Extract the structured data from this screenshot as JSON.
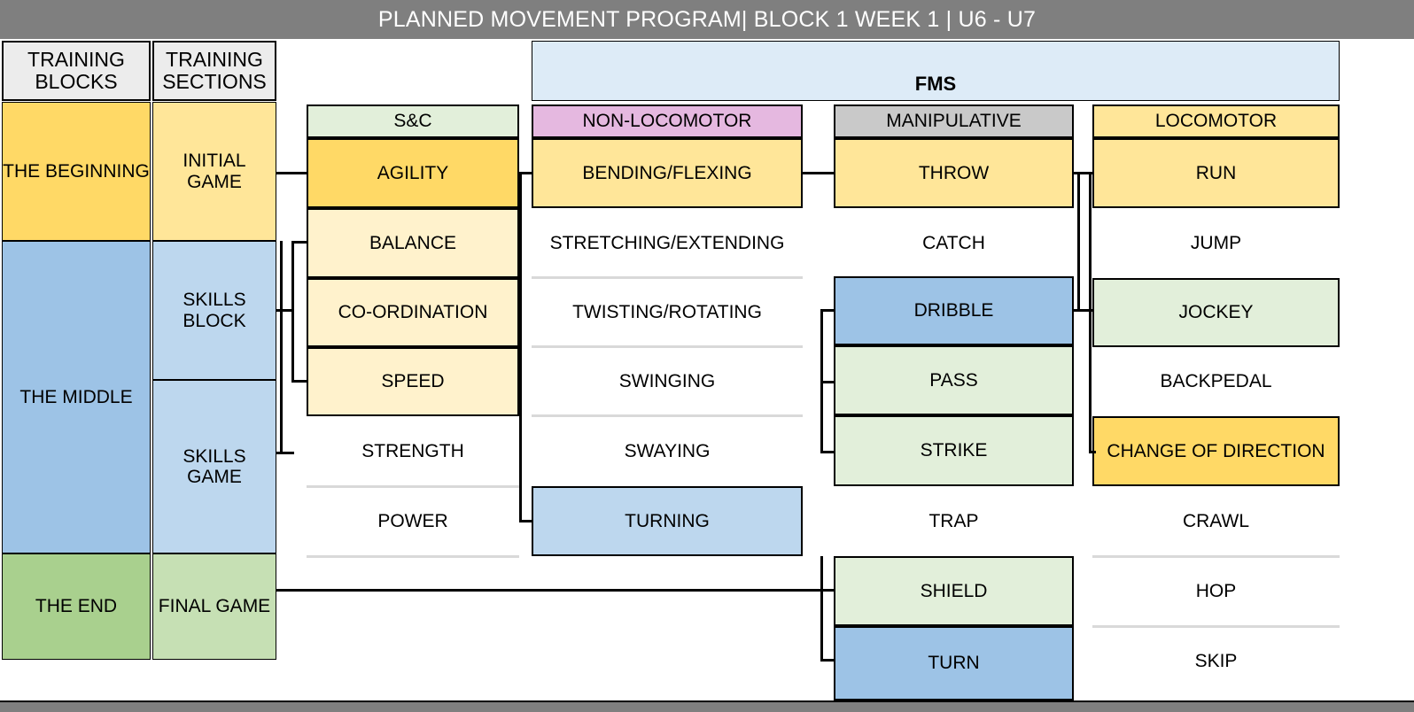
{
  "header": {
    "title": "PLANNED MOVEMENT PROGRAM| BLOCK 1 WEEK 1 | U6 - U7",
    "bg": "#7f7f7f",
    "fg": "#ffffff"
  },
  "columns": {
    "training_blocks_header_line1": "TRAINING",
    "training_blocks_header_line2": "BLOCKS",
    "training_sections_header_line1": "TRAINING",
    "training_sections_header_line2": "SECTIONS",
    "fms_header": "FMS"
  },
  "training_blocks": [
    {
      "label": "THE BEGINNING",
      "color": "#ffd966"
    },
    {
      "label": "THE MIDDLE",
      "color": "#9dc3e6"
    },
    {
      "label": "THE END",
      "color": "#a9d08e"
    }
  ],
  "training_sections": [
    {
      "label": "INITIAL GAME",
      "color": "#ffe699"
    },
    {
      "label": "SKILLS BLOCK",
      "color": "#bdd7ee"
    },
    {
      "label": "SKILLS GAME",
      "color": "#bdd7ee"
    },
    {
      "label": "FINAL GAME",
      "color": "#c6e0b4"
    }
  ],
  "category_headers": [
    {
      "label": "S&C",
      "color": "#e2efda"
    },
    {
      "label": "NON-LOCOMOTOR",
      "color": "#e5b8e0"
    },
    {
      "label": "MANIPULATIVE",
      "color": "#c9c9c9"
    },
    {
      "label": "LOCOMOTOR",
      "color": "#ffe699"
    }
  ],
  "sc_items": [
    {
      "label": "AGILITY",
      "color": "#ffd966",
      "boxed": true
    },
    {
      "label": "BALANCE",
      "color": "#fff2cc",
      "boxed": true
    },
    {
      "label": "CO-ORDINATION",
      "color": "#fff2cc",
      "boxed": true
    },
    {
      "label": "SPEED",
      "color": "#fff2cc",
      "boxed": true
    },
    {
      "label": "STRENGTH",
      "color": "",
      "boxed": false
    },
    {
      "label": "POWER",
      "color": "",
      "boxed": false
    }
  ],
  "nonlocomotor_items": [
    {
      "label": "BENDING/FLEXING",
      "color": "#ffe699",
      "boxed": true
    },
    {
      "label": "STRETCHING/EXTENDING",
      "color": "",
      "boxed": false
    },
    {
      "label": "TWISTING/ROTATING",
      "color": "",
      "boxed": false
    },
    {
      "label": "SWINGING",
      "color": "",
      "boxed": false
    },
    {
      "label": "SWAYING",
      "color": "",
      "boxed": false
    },
    {
      "label": "TURNING",
      "color": "#bdd7ee",
      "boxed": true
    }
  ],
  "manipulative_items": [
    {
      "label": "THROW",
      "color": "#ffe699",
      "boxed": true
    },
    {
      "label": "CATCH",
      "color": "",
      "boxed": false
    },
    {
      "label": "DRIBBLE",
      "color": "#9dc3e6",
      "boxed": true
    },
    {
      "label": "PASS",
      "color": "#e2efda",
      "boxed": true
    },
    {
      "label": "STRIKE",
      "color": "#e2efda",
      "boxed": true
    },
    {
      "label": "TRAP",
      "color": "",
      "boxed": false
    },
    {
      "label": "SHIELD",
      "color": "#e2efda",
      "boxed": true
    },
    {
      "label": "TURN",
      "color": "#9dc3e6",
      "boxed": true
    }
  ],
  "locomotor_items": [
    {
      "label": "RUN",
      "color": "#ffe699",
      "boxed": true
    },
    {
      "label": "JUMP",
      "color": "",
      "boxed": false
    },
    {
      "label": "JOCKEY",
      "color": "#e2efda",
      "boxed": true
    },
    {
      "label": "BACKPEDAL",
      "color": "",
      "boxed": false
    },
    {
      "label": "CHANGE OF DIRECTION",
      "color": "#ffd966",
      "boxed": true
    },
    {
      "label": "CRAWL",
      "color": "",
      "boxed": false
    },
    {
      "label": "HOP",
      "color": "",
      "boxed": false
    },
    {
      "label": "SKIP",
      "color": "",
      "boxed": false
    }
  ],
  "colors": {
    "grid_line": "#d9d9d9",
    "stroke": "#000000",
    "fms_band": "#ddebf7",
    "header_cell": "#ececec"
  }
}
